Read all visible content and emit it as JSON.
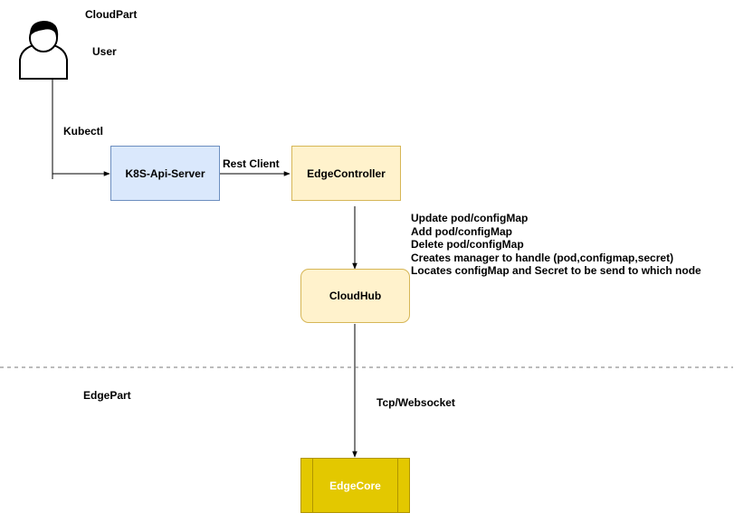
{
  "labels": {
    "cloud_part": "CloudPart",
    "user": "User",
    "kubectl": "Kubectl",
    "rest_client": "Rest Client",
    "edge_part": "EdgePart",
    "tcp_websocket": "Tcp/Websocket"
  },
  "nodes": {
    "api_server": "K8S-Api-Server",
    "edge_controller": "EdgeController",
    "cloud_hub": "CloudHub",
    "edge_core": "EdgeCore"
  },
  "notes": [
    "Update pod/configMap",
    "Add pod/configMap",
    "Delete pod/configMap",
    "Creates manager to handle (pod,configmap,secret)",
    "Locates configMap and Secret to be send to which node"
  ],
  "colors": {
    "api_server_fill": "#dae8fc",
    "api_server_stroke": "#6c8ebf",
    "edge_controller_fill": "#fff2cc",
    "edge_controller_stroke": "#d6b656",
    "edge_core_fill": "#e3c800",
    "edge_core_text": "#ffffff"
  },
  "icons": {
    "user": "user-icon"
  }
}
